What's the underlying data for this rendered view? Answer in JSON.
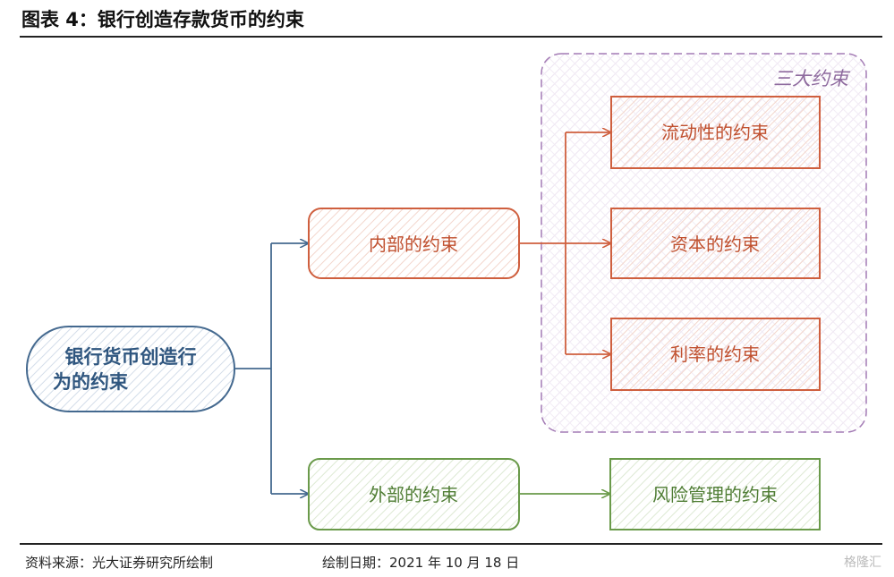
{
  "title": "图表 4：银行创造存款货币的约束",
  "colors": {
    "internal": "#cf5f3e",
    "root": "#44698f",
    "external": "#6a9a4a",
    "group": "#a47cb5"
  },
  "diagram": {
    "root": {
      "line1": "银行货币创造行",
      "line2": "为的约束"
    },
    "internal": "内部的约束",
    "external": "外部的约束",
    "group_label": "三大约束",
    "internal_children": [
      "流动性的约束",
      "资本的约束",
      "利率的约束"
    ],
    "external_child": "风险管理的约束"
  },
  "footer": {
    "source": "资料来源：光大证券研究所绘制",
    "date": "绘制日期：2021 年 10 月 18 日",
    "watermark": "格隆汇"
  }
}
